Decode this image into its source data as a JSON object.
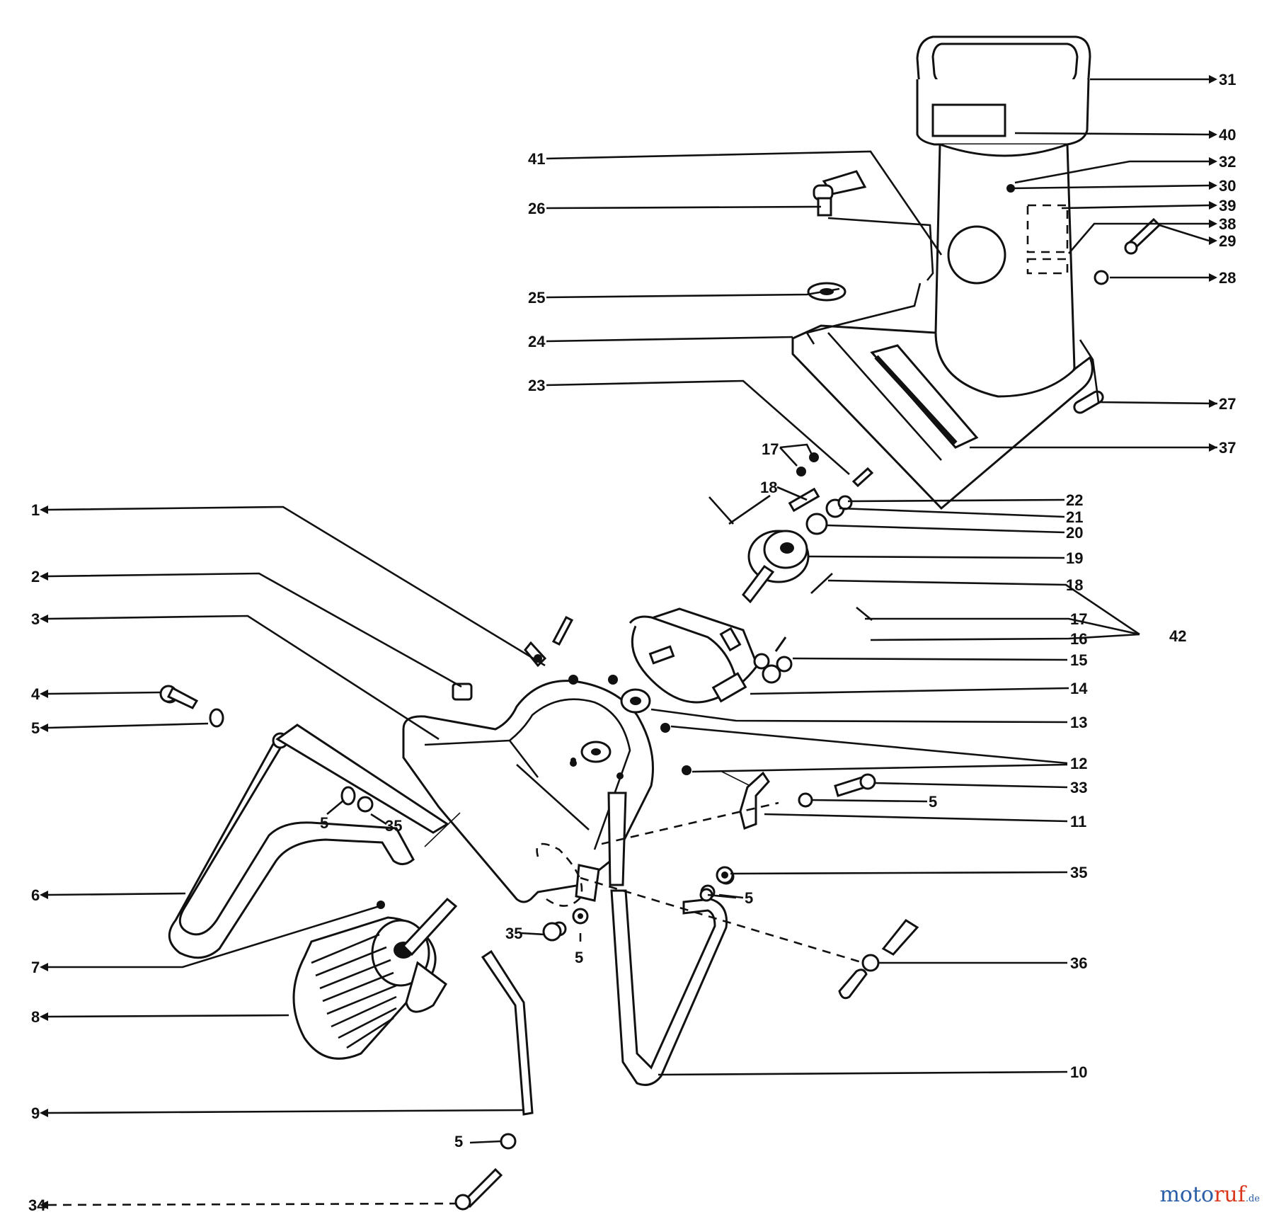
{
  "callouts": [
    {
      "id": "c31",
      "text": "31"
    },
    {
      "id": "c40",
      "text": "40"
    },
    {
      "id": "c41",
      "text": "41"
    },
    {
      "id": "c32",
      "text": "32"
    },
    {
      "id": "c30",
      "text": "30"
    },
    {
      "id": "c39",
      "text": "39"
    },
    {
      "id": "c38",
      "text": "38"
    },
    {
      "id": "c29",
      "text": "29"
    },
    {
      "id": "c26",
      "text": "26"
    },
    {
      "id": "c28",
      "text": "28"
    },
    {
      "id": "c25",
      "text": "25"
    },
    {
      "id": "c24",
      "text": "24"
    },
    {
      "id": "c23",
      "text": "23"
    },
    {
      "id": "c27",
      "text": "27"
    },
    {
      "id": "c37",
      "text": "37"
    },
    {
      "id": "c17a",
      "text": "17"
    },
    {
      "id": "c18a",
      "text": "18"
    },
    {
      "id": "c22",
      "text": "22"
    },
    {
      "id": "c21",
      "text": "21"
    },
    {
      "id": "c20",
      "text": "20"
    },
    {
      "id": "c19",
      "text": "19"
    },
    {
      "id": "c18",
      "text": "18"
    },
    {
      "id": "c17",
      "text": "17"
    },
    {
      "id": "c16",
      "text": "16"
    },
    {
      "id": "c15",
      "text": "15"
    },
    {
      "id": "c42",
      "text": "42"
    },
    {
      "id": "c14",
      "text": "14"
    },
    {
      "id": "c13",
      "text": "13"
    },
    {
      "id": "c12",
      "text": "12"
    },
    {
      "id": "c33",
      "text": "33"
    },
    {
      "id": "c5a",
      "text": "5"
    },
    {
      "id": "c11",
      "text": "11"
    },
    {
      "id": "c35a",
      "text": "35"
    },
    {
      "id": "c5b",
      "text": "5"
    },
    {
      "id": "c36",
      "text": "36"
    },
    {
      "id": "c10",
      "text": "10"
    },
    {
      "id": "c1",
      "text": "1"
    },
    {
      "id": "c2",
      "text": "2"
    },
    {
      "id": "c3",
      "text": "3"
    },
    {
      "id": "c4",
      "text": "4"
    },
    {
      "id": "c5c",
      "text": "5"
    },
    {
      "id": "c5d",
      "text": "5"
    },
    {
      "id": "c35b",
      "text": "35"
    },
    {
      "id": "c6",
      "text": "6"
    },
    {
      "id": "c7",
      "text": "7"
    },
    {
      "id": "c8",
      "text": "8"
    },
    {
      "id": "c35c",
      "text": "35"
    },
    {
      "id": "c5e",
      "text": "5"
    },
    {
      "id": "c9",
      "text": "9"
    },
    {
      "id": "c5f",
      "text": "5"
    },
    {
      "id": "c34",
      "text": "34"
    }
  ],
  "watermark": {
    "brand_a": "moto",
    "brand_b": "ruf",
    "suffix": ".de",
    "color_a": "#2a5fa8",
    "color_b": "#d9361b"
  }
}
